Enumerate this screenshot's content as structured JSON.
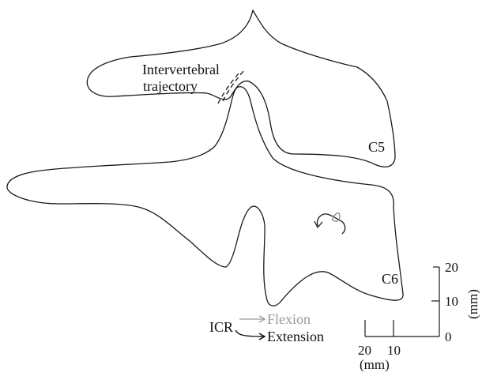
{
  "labels": {
    "trajectory_line1": "Intervertebral",
    "trajectory_line2": "trajectory",
    "c5": "C5",
    "c6": "C6",
    "icr": "ICR",
    "flexion": "Flexion",
    "extension": "Extension"
  },
  "scale": {
    "vertical_ticks": [
      "20",
      "10",
      "0"
    ],
    "vertical_unit": "(mm)",
    "horizontal_ticks": [
      "20",
      "10"
    ],
    "horizontal_unit": "(mm)"
  },
  "colors": {
    "flexion": "#9a9a9a",
    "extension": "#111111",
    "outline": "#1a1a1a"
  }
}
